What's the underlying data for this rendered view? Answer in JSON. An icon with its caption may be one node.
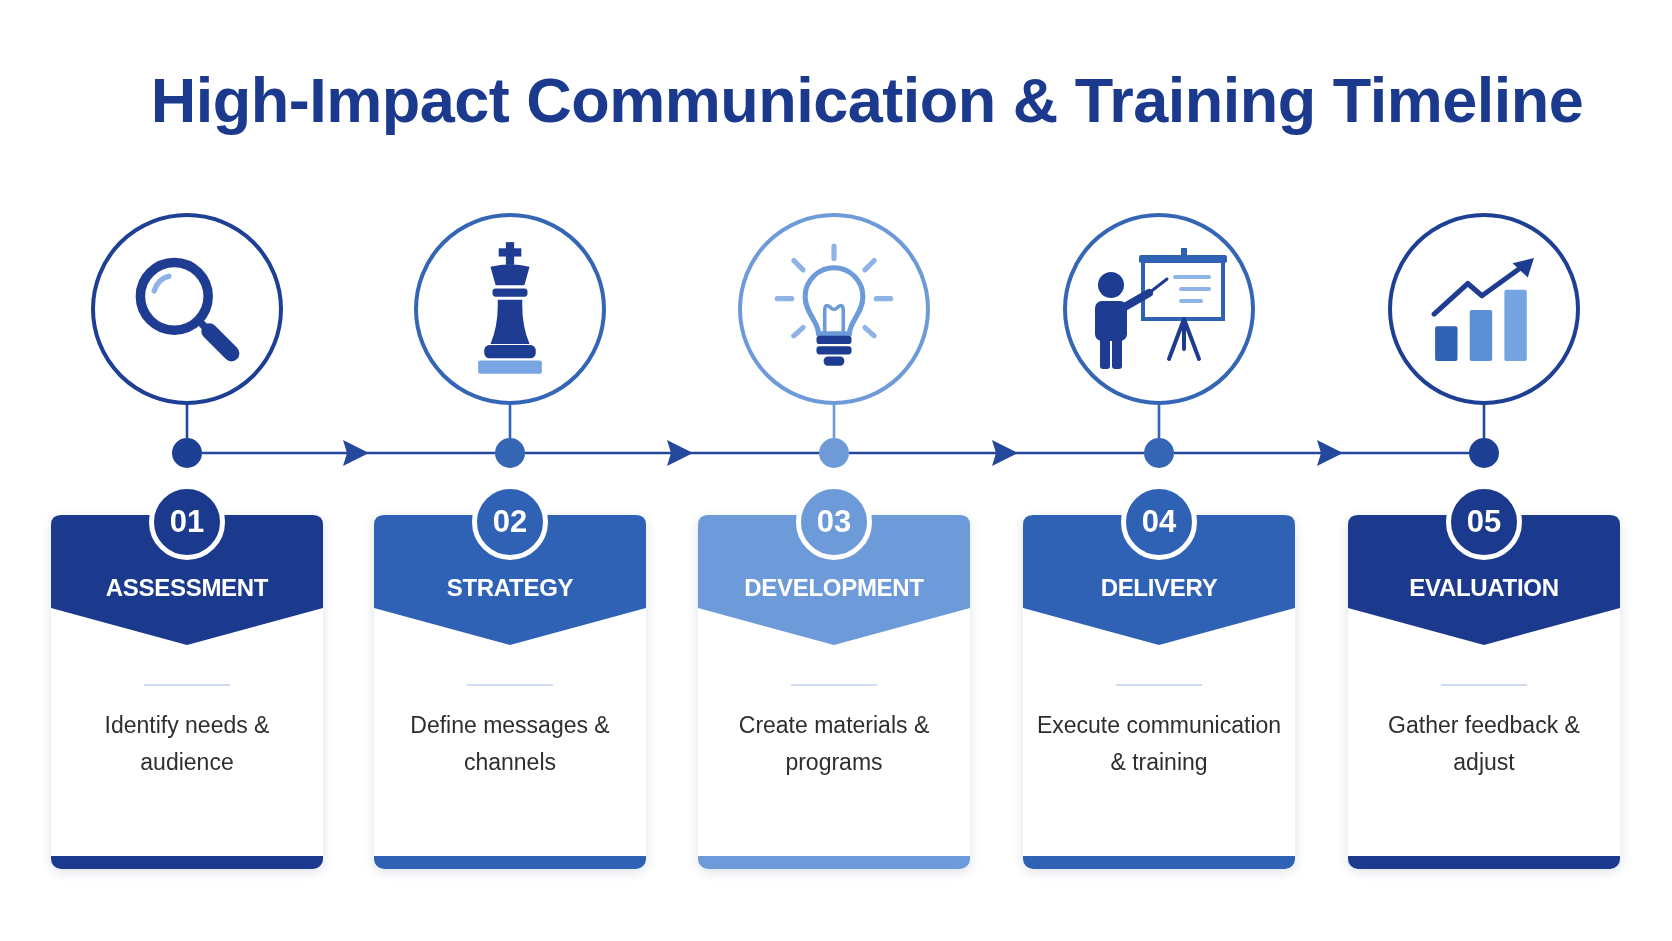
{
  "diagram": {
    "title": "High-Impact Communication & Training Timeline",
    "nodes": [
      {
        "text": [],
        "shape": "circle"
      },
      {
        "text": [],
        "shape": "circle"
      },
      {
        "text": [],
        "shape": "circle"
      },
      {
        "text": [],
        "shape": "circle"
      },
      {
        "text": [],
        "shape": "circle"
      },
      {
        "text": [],
        "shape": "circle"
      },
      {
        "text": [],
        "shape": "circle"
      },
      {
        "text": [],
        "shape": "circle"
      },
      {
        "text": [],
        "shape": "circle"
      },
      {
        "text": [],
        "shape": "circle"
      },
      {
        "text": [
          "01",
          "ASSESSMENT",
          "Identify needs & audience"
        ]
      },
      {
        "text": [
          "02",
          "STRATEGY",
          "Define messages & channels"
        ]
      },
      {
        "text": [
          "03",
          "DEVELOPMENT",
          "Create materials & programs"
        ]
      },
      {
        "text": [
          "04",
          "DELIVERY",
          "Execute communication & training"
        ]
      },
      {
        "text": [
          "05",
          "EVALUATION",
          "Gather feedback & adjust"
        ]
      }
    ],
    "edges": [
      {
        "from": 5,
        "to": 6,
        "arrow": "to"
      },
      {
        "from": 6,
        "to": 7,
        "arrow": "to"
      },
      {
        "from": 7,
        "to": 8,
        "arrow": "to"
      },
      {
        "from": 8,
        "to": 9,
        "arrow": "to"
      },
      {
        "from": 0,
        "to": 5,
        "arrow": "none"
      },
      {
        "from": 1,
        "to": 6,
        "arrow": "none",
        "color": "#3566b6"
      },
      {
        "from": 2,
        "to": 7,
        "arrow": "none",
        "color": "#6e9bd8"
      },
      {
        "from": 3,
        "to": 8,
        "arrow": "none",
        "color": "#3566b6"
      },
      {
        "from": 4,
        "to": 9,
        "arrow": "none"
      }
    ]
  }
}
